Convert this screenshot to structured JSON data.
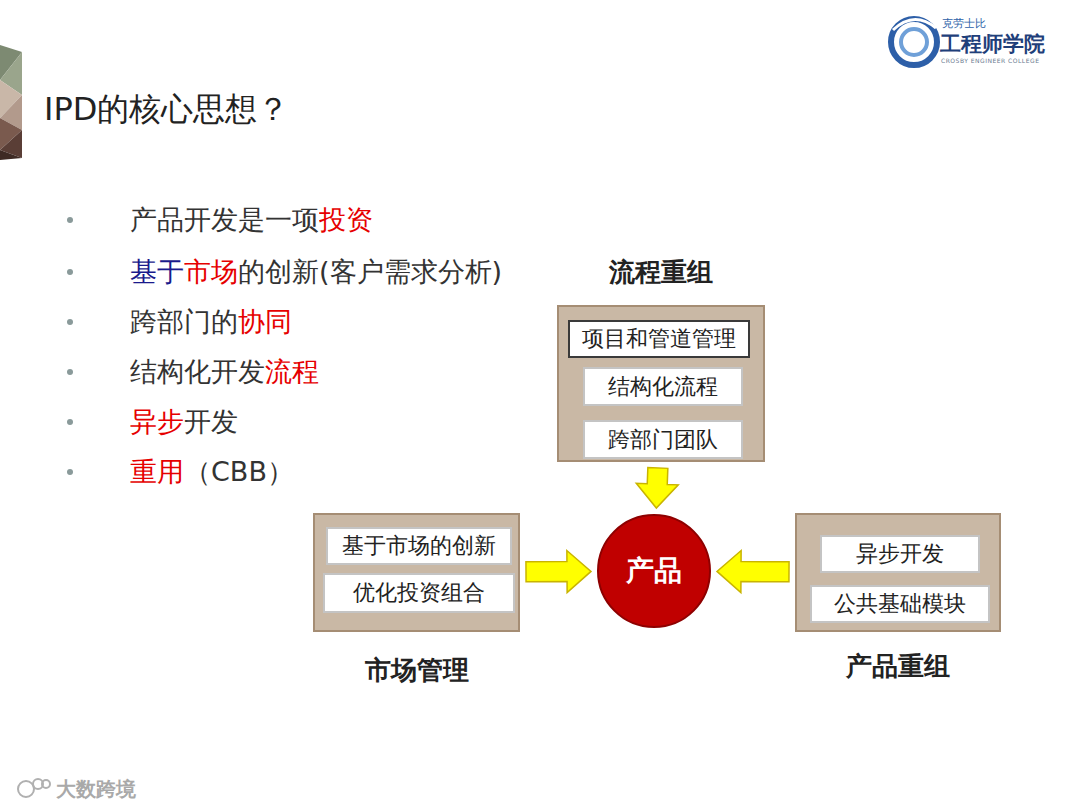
{
  "diagram": {
    "title": "IPD的核心思想？",
    "nodes": [
      {
        "text": [
          "流程重组"
        ]
      },
      {
        "text": [
          "项目和管道管理"
        ],
        "in": 0
      },
      {
        "text": [
          "结构化流程"
        ],
        "in": 0
      },
      {
        "text": [
          "跨部门团队"
        ],
        "in": 0
      },
      {
        "text": [
          "市场管理"
        ]
      },
      {
        "text": [
          "基于市场的创新"
        ],
        "in": 4
      },
      {
        "text": [
          "优化投资组合"
        ],
        "in": 4
      },
      {
        "text": [
          "产品"
        ]
      },
      {
        "text": [
          "产品重组"
        ]
      },
      {
        "text": [
          "异步开发"
        ],
        "in": 8
      },
      {
        "text": [
          "公共基础模块"
        ],
        "in": 8
      }
    ],
    "edges": [
      {
        "from": 0,
        "to": 7,
        "arrow": "to"
      },
      {
        "from": 4,
        "to": 7,
        "arrow": "to"
      },
      {
        "from": 8,
        "to": 7,
        "arrow": "to"
      }
    ],
    "labels": [
      "产品开发是一项投资",
      "基于市场的创新(客户需求分析)",
      "跨部门的协同",
      "结构化开发流程",
      "异步开发",
      "重用（CBB）",
      "克劳士比",
      "工程师学院",
      "CROSBY ENGINEER COLLEGE",
      "大数跨境"
    ]
  }
}
